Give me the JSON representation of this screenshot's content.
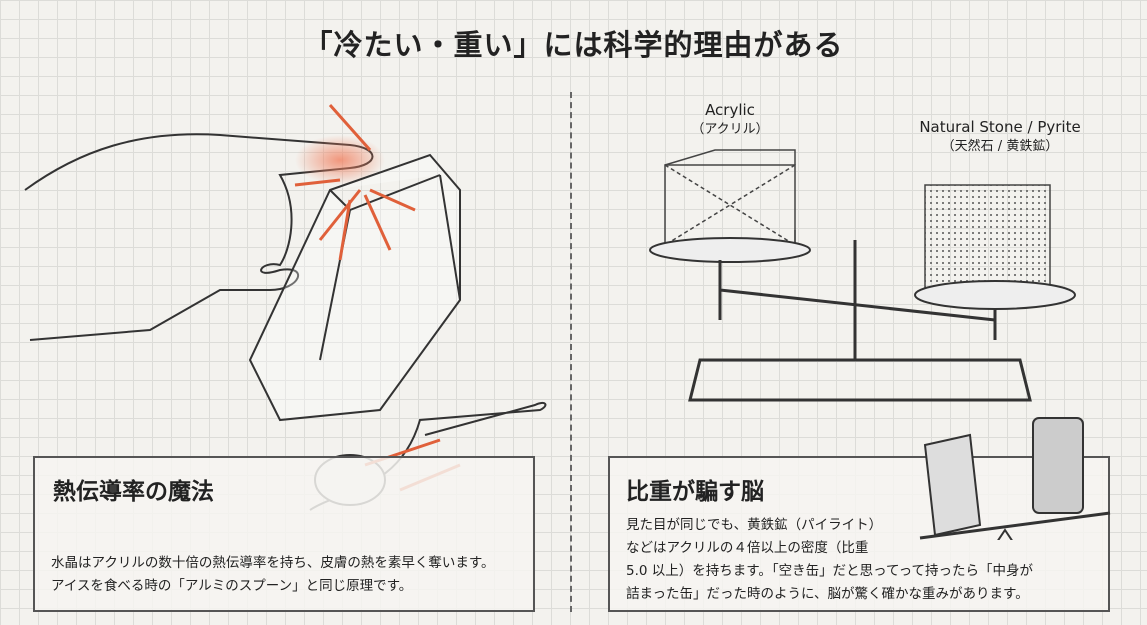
{
  "title": "「冷たい・重い」には科学的理由がある",
  "left_panel": {
    "heading": "熱伝導率の魔法",
    "body_lines": [
      "水晶はアクリルの数十倍の熱伝導率を持ち、皮膚の熱を素早く奪います。",
      "アイスを食べる時の「アルミのスプーン」と同じ原理です。"
    ]
  },
  "right_panel": {
    "heading": "比重が騙す脳",
    "body_lines": [
      "見た目が同じでも、黄鉄鉱（パイライト）",
      "などはアクリルの４倍以上の密度（比重",
      "5.0 以上）を持ちます。「空き缶」だと思ってって持ったら「中身が",
      "詰まった缶」だった時のように、脳が驚く確かな重みがあります。"
    ]
  },
  "scale_labels": {
    "acrylic": "Acrylic",
    "acrylic_jp": "（アクリル）",
    "stone": "Natural Stone / Pyrite",
    "stone_jp": "（天然石 / 黄鉄鉱）"
  },
  "colors": {
    "arrow": "#e0603a",
    "ink": "#333333"
  }
}
